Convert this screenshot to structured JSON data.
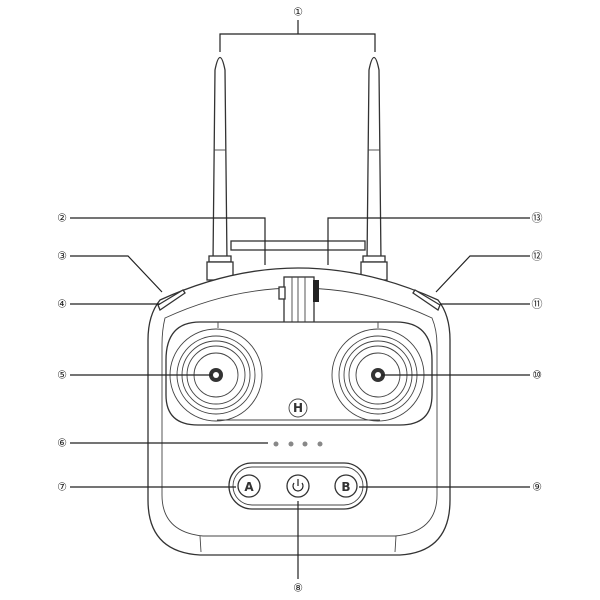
{
  "title": "Remote controller diagram",
  "callouts": [
    {
      "id": "1",
      "label": "①"
    },
    {
      "id": "2",
      "label": "②"
    },
    {
      "id": "3",
      "label": "③"
    },
    {
      "id": "4",
      "label": "④"
    },
    {
      "id": "5",
      "label": "⑤"
    },
    {
      "id": "6",
      "label": "⑥"
    },
    {
      "id": "7",
      "label": "⑦"
    },
    {
      "id": "8",
      "label": "⑧"
    },
    {
      "id": "9",
      "label": "⑨"
    },
    {
      "id": "10",
      "label": "⑩"
    },
    {
      "id": "11",
      "label": "⑪"
    },
    {
      "id": "12",
      "label": "⑫"
    },
    {
      "id": "13",
      "label": "⑬"
    }
  ],
  "buttons": {
    "a": "A",
    "b": "B",
    "home": "H"
  },
  "icons": {
    "power": "power-icon"
  },
  "colors": {
    "line": "#222222",
    "background": "#ffffff"
  }
}
